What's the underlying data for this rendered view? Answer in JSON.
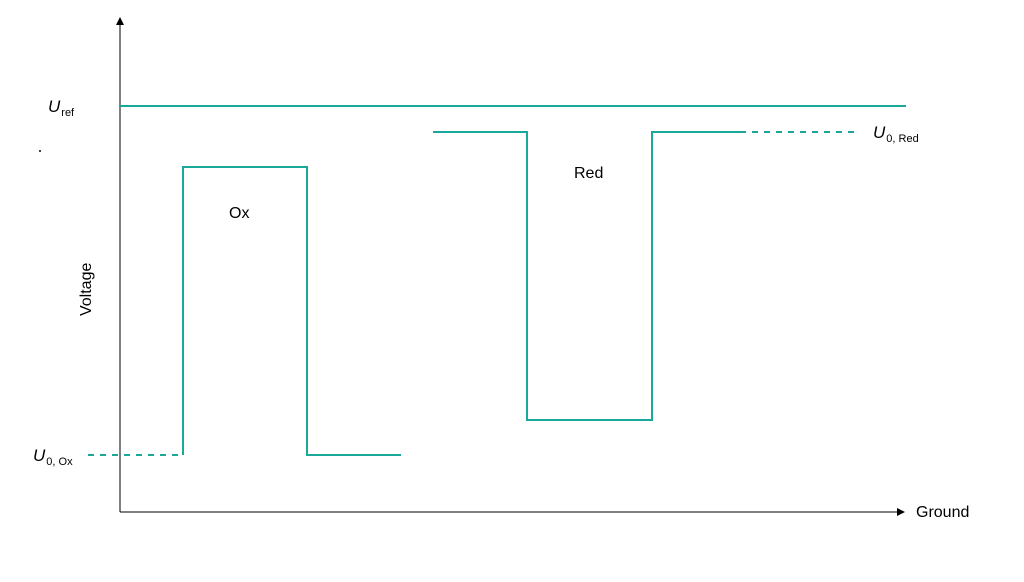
{
  "axes": {
    "y_label": "Voltage",
    "x_label": "Ground"
  },
  "labels": {
    "u_ref": {
      "main": "U",
      "sub": "ref"
    },
    "u0_ox": {
      "main": "U",
      "sub": "0, Ox"
    },
    "u0_red": {
      "main": "U",
      "sub": "0, Red"
    }
  },
  "regions": {
    "ox": "Ox",
    "red": "Red"
  },
  "colors": {
    "line": "#1aa89a",
    "axis": "#000000"
  }
}
